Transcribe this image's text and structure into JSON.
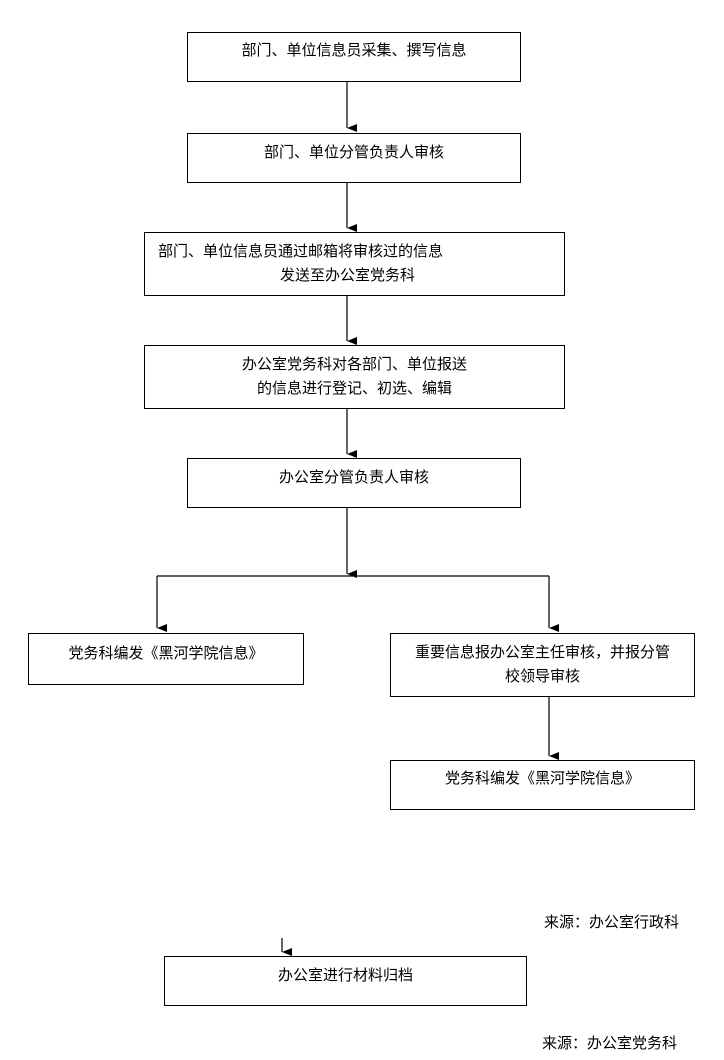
{
  "steps": {
    "s1": "部门、单位信息员采集、撰写信息",
    "s2": "部门、单位分管负责人审核",
    "s3_line1": "部门、单位信息员通过邮箱将审核过的信息",
    "s3_line2": "发送至办公室党务科",
    "s4_line1": "办公室党务科对各部门、单位报送",
    "s4_line2": "的信息进行登记、初选、编辑",
    "s5": "办公室分管负责人审核",
    "left_branch": "党务科编发《黑河学院信息》",
    "right_line1": "重要信息报办公室主任审核，并报分管",
    "right_line2": "校领导审核",
    "right_final": "党务科编发《黑河学院信息》",
    "archive": "办公室进行材料归档"
  },
  "sources": {
    "source1": "来源：办公室行政科",
    "source2": "来源：办公室党务科"
  },
  "colors": {
    "line": "#000000",
    "box_border": "#000000",
    "background": "#ffffff"
  }
}
